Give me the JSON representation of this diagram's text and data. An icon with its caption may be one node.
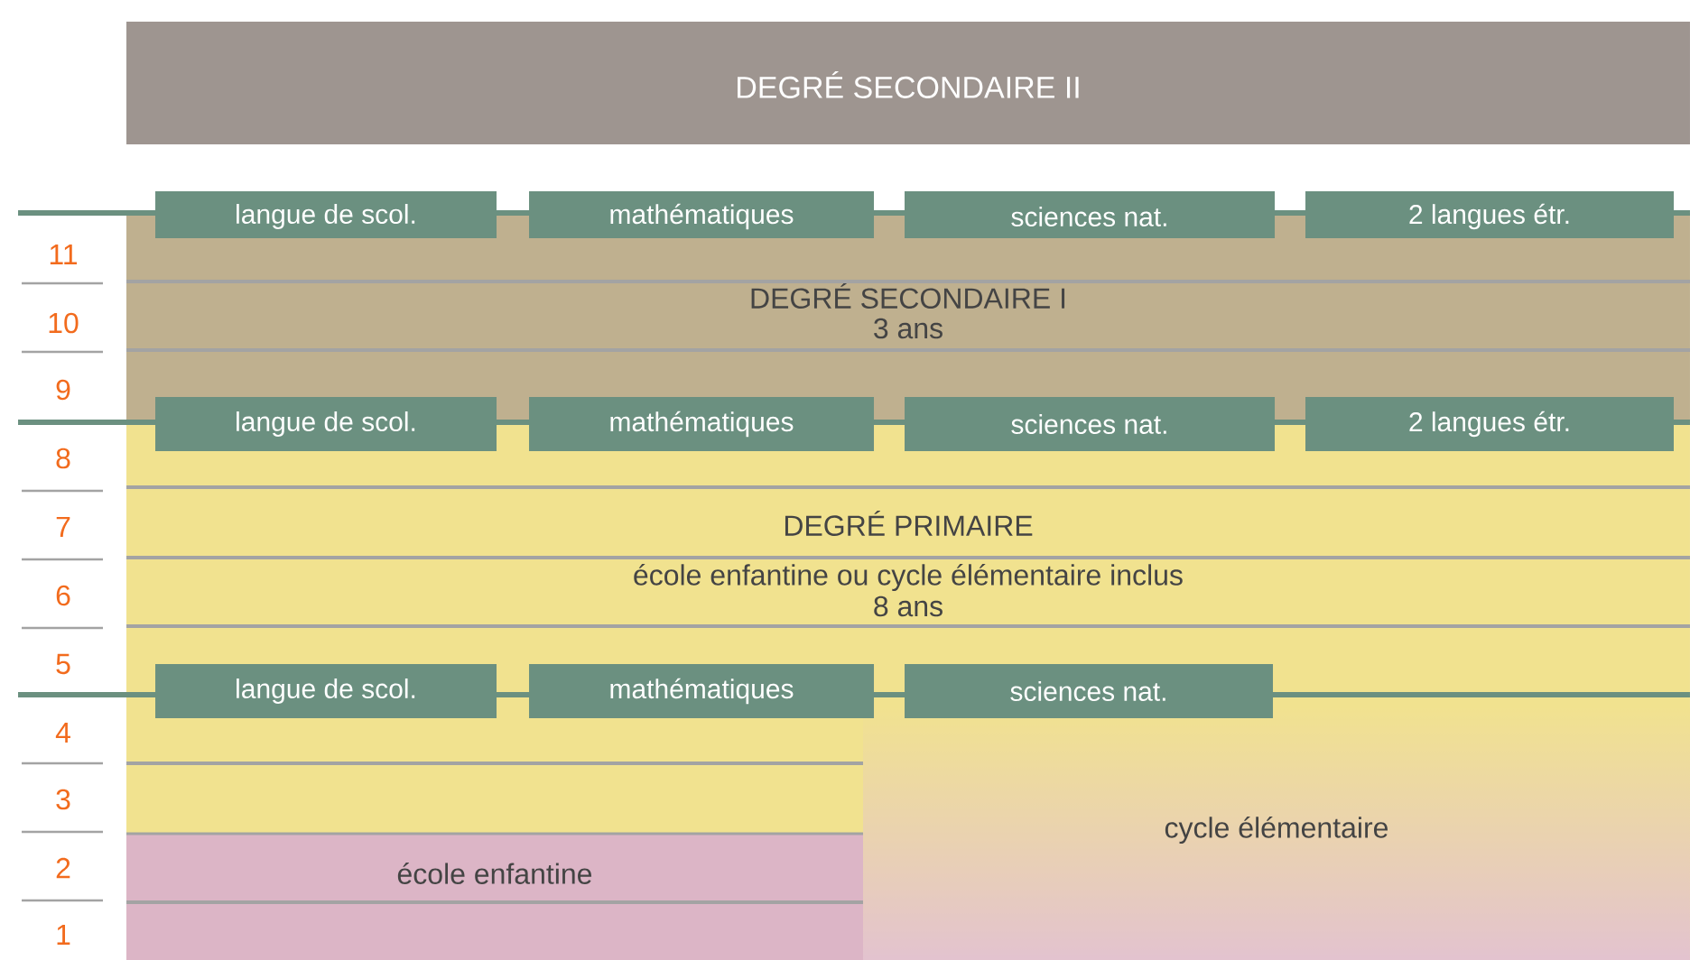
{
  "diagram": {
    "nodes": [
      {
        "text": [
          "DEGRÉ SECONDAIRE II"
        ]
      },
      {
        "text": [
          "langue de scol."
        ]
      },
      {
        "text": [
          "mathématiques"
        ]
      },
      {
        "text": [
          "sciences nat."
        ]
      },
      {
        "text": [
          "2 langues étr."
        ]
      },
      {
        "text": [
          "DEGRÉ SECONDAIRE I",
          "3 ans"
        ]
      },
      {
        "text": [
          "langue de scol."
        ]
      },
      {
        "text": [
          "mathématiques"
        ]
      },
      {
        "text": [
          "sciences nat."
        ]
      },
      {
        "text": [
          "2 langues étr."
        ]
      },
      {
        "text": [
          "DEGRÉ PRIMAIRE",
          "école enfantine ou cycle élémentaire inclus",
          "8 ans"
        ]
      },
      {
        "text": [
          "langue de scol."
        ],
        "in": 10
      },
      {
        "text": [
          "mathématiques"
        ],
        "in": 10
      },
      {
        "text": [
          "sciences nat."
        ],
        "in": 10
      },
      {
        "text": [
          "école enfantine"
        ],
        "in": 10
      },
      {
        "text": [
          "cycle élémentaire"
        ],
        "in": 10
      }
    ],
    "labels": [
      "11",
      "10",
      "9",
      "8",
      "7",
      "6",
      "5",
      "4",
      "3",
      "2",
      "1"
    ]
  }
}
